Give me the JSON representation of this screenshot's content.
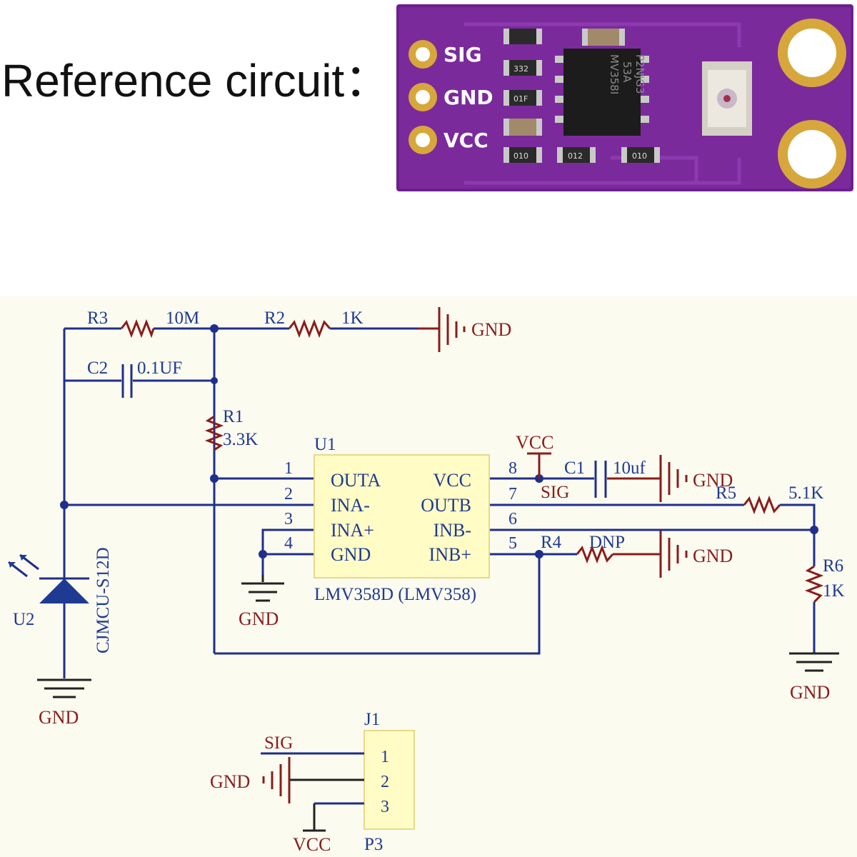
{
  "heading": "Reference circuit：",
  "board": {
    "pin_labels": [
      "SIG",
      "GND",
      "VCC"
    ],
    "chip_text": [
      "MV358I",
      "53A",
      "P2NJG3"
    ],
    "passive_marks": [
      "332",
      "01F",
      "010",
      "012",
      "010"
    ]
  },
  "schematic": {
    "r3": {
      "ref": "R3",
      "value": "10M"
    },
    "r2": {
      "ref": "R2",
      "value": "1K"
    },
    "c2": {
      "ref": "C2",
      "value": "0.1UF"
    },
    "r1": {
      "ref": "R1",
      "value": "3.3K"
    },
    "u1": {
      "ref": "U1",
      "part": "LMV358D (LMV358)",
      "left_pins": [
        {
          "num": "1",
          "name": "OUTA"
        },
        {
          "num": "2",
          "name": "INA-"
        },
        {
          "num": "3",
          "name": "INA+"
        },
        {
          "num": "4",
          "name": "GND"
        }
      ],
      "right_pins": [
        {
          "num": "8",
          "name": "VCC"
        },
        {
          "num": "7",
          "name": "OUTB"
        },
        {
          "num": "6",
          "name": "INB-"
        },
        {
          "num": "5",
          "name": "INB+"
        }
      ]
    },
    "vcc_label": "VCC",
    "c1": {
      "ref": "C1",
      "value": "10uf"
    },
    "sig_label": "SIG",
    "r5": {
      "ref": "R5",
      "value": "5.1K"
    },
    "r4": {
      "ref": "R4",
      "value": "DNP"
    },
    "r6": {
      "ref": "R6",
      "value": "1K"
    },
    "u2": {
      "ref": "U2",
      "part": "CJMCU-S12D"
    },
    "gnd_label": "GND",
    "j1": {
      "ref": "J1",
      "footprint": "P3",
      "pins": [
        "1",
        "2",
        "3"
      ],
      "net_sig": "SIG",
      "net_gnd": "GND",
      "net_vcc": "VCC"
    }
  }
}
